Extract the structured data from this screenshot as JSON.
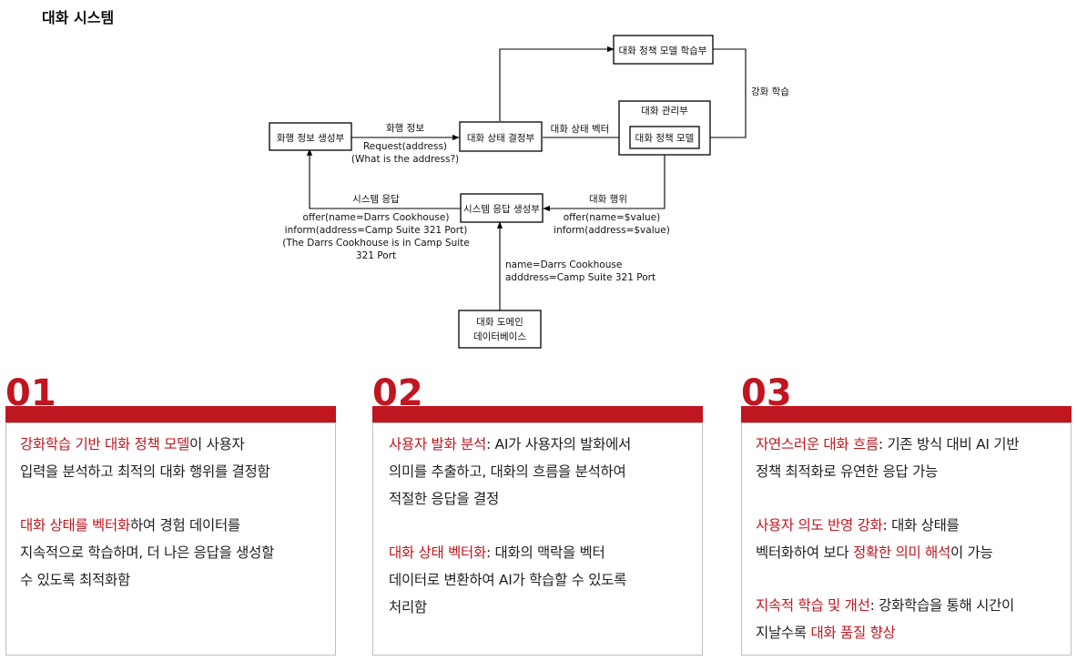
{
  "title": "대화 시스템",
  "diagram": {
    "nodes": {
      "speech_gen": "화행 정보 생성부",
      "state_decider": "대화 상태 결정부",
      "policy_learner": "대화 정책 모델 학습부",
      "manager": "대화 관리부",
      "policy_model": "대화 정책 모델",
      "response_gen": "시스템 응답 생성부",
      "domain_db_line1": "대화 도메인",
      "domain_db_line2": "데이터베이스"
    },
    "edge_labels": {
      "speech_info": "화행 정보",
      "request_line1": "Request(address)",
      "request_line2": "(What is the address?)",
      "state_vector": "대화 상태 벡터",
      "reinforcement": "강화 학습",
      "dialog_action": "대화 행위",
      "action_line1": "offer(name=$value)",
      "action_line2": "inform(address=$value)",
      "system_response": "시스템 응답",
      "resp_line1": "offer(name=Darrs Cookhouse)",
      "resp_line2": "inform(address=Camp Suite 321 Port)",
      "resp_line3": "(The Darrs Cookhouse is in Camp Suite",
      "resp_line4": "321 Port",
      "db_line1": "name=Darrs Cookhouse",
      "db_line2": "adddress=Camp Suite 321 Port"
    }
  },
  "cards": [
    {
      "number": "01",
      "paragraphs": [
        {
          "highlight": "강화학습 기반 대화 정책 모델",
          "line1_rest": "이 사용자",
          "line2": "입력을 분석하고 최적의 대화 행위를 결정함"
        },
        {
          "highlight": "대화 상태를 벡터화",
          "line1_rest": "하여 경험 데이터를",
          "line2": "지속적으로 학습하며, 더 나은 응답을 생성할",
          "line3": "수 있도록 최적화함"
        }
      ]
    },
    {
      "number": "02",
      "paragraphs": [
        {
          "highlight": "사용자 발화 분석",
          "line1_rest": ": AI가 사용자의 발화에서",
          "line2": "의미를 추출하고, 대화의 흐름을 분석하여",
          "line3": "적절한 응답을 결정"
        },
        {
          "highlight": "대화 상태 벡터화",
          "line1_rest": ": 대화의 맥락을 벡터",
          "line2": "데이터로 변환하여 AI가 학습할 수 있도록",
          "line3": "처리함"
        }
      ]
    },
    {
      "number": "03",
      "paragraphs": [
        {
          "highlight": "자연스러운 대화 흐름",
          "line1_rest": ": 기존 방식 대비 AI 기반",
          "line2": "정책 최적화로 유연한 응답 가능"
        },
        {
          "highlight": "사용자 의도 반영 강화",
          "line1_rest": ": 대화 상태를",
          "line2_pre": "벡터화하여 보다 ",
          "line2_hl": "정확한 의미 해석",
          "line2_post": "이 가능"
        },
        {
          "highlight": "지속적 학습 및 개선",
          "line1_rest": ": 강화학습을 통해 시간이",
          "line2_pre": "지날수록 ",
          "line2_hl": "대화 품질 향상"
        }
      ]
    }
  ]
}
